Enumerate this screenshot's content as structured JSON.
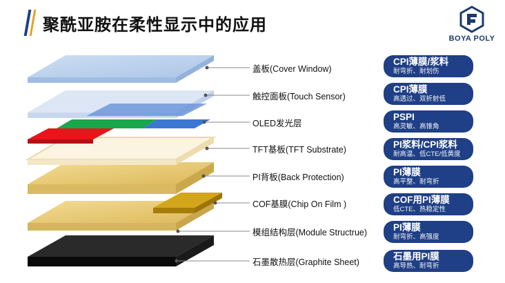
{
  "page_title": "聚酰亚胺在柔性显示中的应用",
  "logo": {
    "text": "BOYA POLY",
    "icon": "boya-hexagon-logo-icon"
  },
  "layers": [
    {
      "label": "盖板(Cover Window)",
      "material": "CPI薄膜/浆料",
      "property": "耐弯折、耐划伤"
    },
    {
      "label": "触控面板(Touch Sensor)",
      "material": "CPI薄膜",
      "property": "高透过、双折射低"
    },
    {
      "label": "OLED发光层",
      "material": "PSPI",
      "property": "高灵敏、高锥角"
    },
    {
      "label": "TFT基板(TFT Substrate)",
      "material": "PI浆料/CPI浆料",
      "property": "耐高温、低CTE/低黄度"
    },
    {
      "label": "PI背板(Back Protection)",
      "material": "PI薄膜",
      "property": "高平整、耐弯折"
    },
    {
      "label": "COF基膜(Chip On Film )",
      "material": "COF用PI薄膜",
      "property": "低CTE、热稳定性"
    },
    {
      "label": "模组结构层(Module Structrue)",
      "material": "PI薄膜",
      "property": "耐弯折、高强度"
    },
    {
      "label": "石墨散热层(Graphite Sheet)",
      "material": "石墨用PI膜",
      "property": "高导热、耐弯折"
    }
  ],
  "colors": {
    "pill": "#1f3f86",
    "cover": "#bcd3ee",
    "touch": "#d7e2f2",
    "oled_red": "#e8161b",
    "oled_green": "#1aa64a",
    "oled_blue": "#3b76d2",
    "pi": "#e9cf7c",
    "cof": "#c89a12",
    "graphite": "#111111"
  }
}
